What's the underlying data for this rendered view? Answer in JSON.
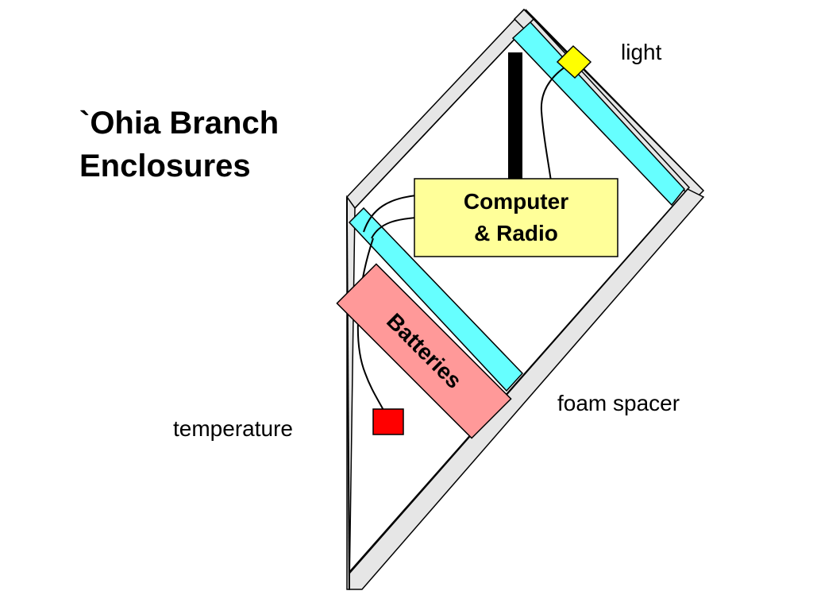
{
  "title": {
    "line1": "`Ohia Branch",
    "line2": "Enclosures"
  },
  "components": {
    "computer": {
      "line1": "Computer",
      "line2": "& Radio",
      "color": "#ffff99"
    },
    "batteries": {
      "label": "Batteries",
      "color": "#ff9999"
    },
    "light_sensor_color": "#ffff00",
    "temperature_sensor_color": "#ff0000",
    "foam_color": "#66ffff",
    "wall_color": "#e6e6e6",
    "wall_shadow_color": "#808080"
  },
  "labels": {
    "light": "light",
    "foam_spacer": "foam spacer",
    "temperature": "temperature"
  }
}
